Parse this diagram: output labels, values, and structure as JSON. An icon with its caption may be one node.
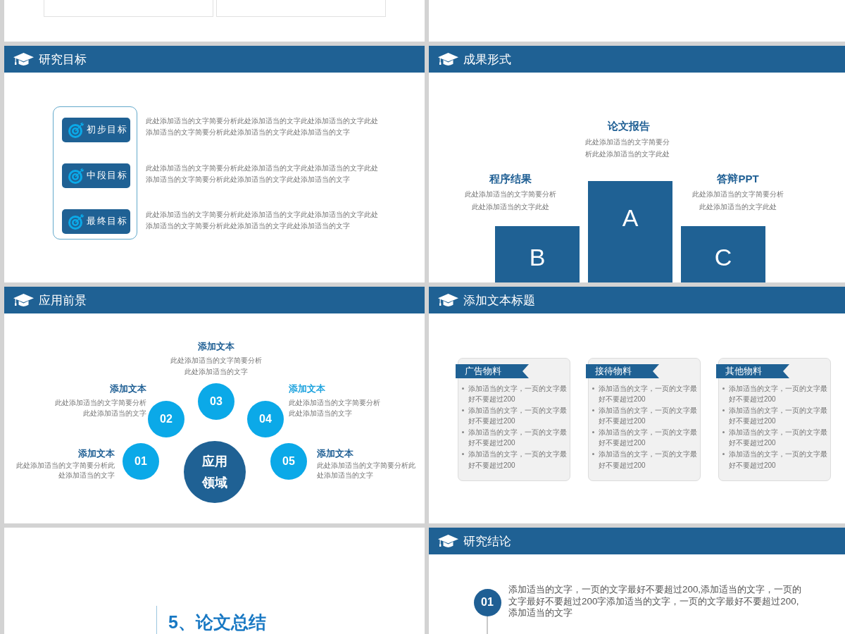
{
  "diagram": {
    "nodes": [
      {
        "text": [],
        "shape": "box"
      },
      {
        "text": [],
        "shape": "box",
        "in": 0
      },
      {
        "text": [],
        "shape": "box",
        "in": 0
      },
      {
        "text": [],
        "shape": "box"
      },
      {
        "text": [
          "研究目标"
        ]
      },
      {
        "text": [],
        "shape": "box",
        "in": 4
      },
      {
        "text": [
          "初步目标"
        ],
        "in": 5,
        "beside": [
          "此处添加适当的文字简要分析此处添加适当的文字此处添加适当的文字此处添加适当的文字简要分析此处添加适当的文字此处添加适当的文字"
        ]
      },
      {
        "text": [
          "中段目标"
        ],
        "in": 5,
        "beside": [
          "此处添加适当的文字简要分析此处添加适当的文字此处添加适当的文字此处添加适当的文字简要分析此处添加适当的文字此处添加适当的文字"
        ]
      },
      {
        "text": [
          "最终目标"
        ],
        "in": 5,
        "beside": [
          "此处添加适当的文字简要分析此处添加适当的文字此处添加适当的文字此处添加适当的文字简要分析此处添加适当的文字此处添加适当的文字"
        ]
      },
      {
        "text": [
          "成果形式"
        ]
      },
      {
        "text": [
          "A"
        ],
        "in": 9,
        "beside": [
          "论文报告",
          "此处添加适当的文字简要分析此处添加适当的文字此处"
        ]
      },
      {
        "text": [
          "B"
        ],
        "in": 9,
        "beside": [
          "程序结果",
          "此处添加适当的文字简要分析此处添加适当的文字此处"
        ]
      },
      {
        "text": [
          "C"
        ],
        "in": 9,
        "beside": [
          "答辩PPT",
          "此处添加适当的文字简要分析此处添加适当的文字此处"
        ]
      },
      {
        "text": [
          "应用前景"
        ]
      },
      {
        "text": [
          "应用领域"
        ],
        "in": 13
      },
      {
        "text": [
          "01"
        ],
        "in": 13,
        "beside": [
          "添加文本",
          "此处添加适当的文字简要分析此处添加适当的文字"
        ]
      },
      {
        "text": [
          "02"
        ],
        "in": 13,
        "beside": [
          "添加文本",
          "此处添加适当的文字简要分析此处添加适当的文字"
        ]
      },
      {
        "text": [
          "03"
        ],
        "in": 13,
        "beside": [
          "添加文本",
          "此处添加适当的文字简要分析此处添加适当的文字"
        ]
      },
      {
        "text": [
          "04"
        ],
        "in": 13,
        "beside": [
          "添加文本",
          "此处添加适当的文字简要分析此处添加适当的文字"
        ]
      },
      {
        "text": [
          "05"
        ],
        "in": 13,
        "beside": [
          "添加文本",
          "此处添加适当的文字简要分析此处添加适当的文字"
        ]
      },
      {
        "text": [
          "添加文本标题"
        ]
      },
      {
        "text": [
          "添加适当的文字，一页的文字最好不要超过200",
          "添加适当的文字，一页的文字最好不要超过200",
          "添加适当的文字，一页的文字最好不要超过200",
          "添加适当的文字，一页的文字最好不要超过200"
        ],
        "in": 20
      },
      {
        "text": [
          "广告物料"
        ],
        "in": 21
      },
      {
        "text": [
          "添加适当的文字，一页的文字最好不要超过200",
          "添加适当的文字，一页的文字最好不要超过200",
          "添加适当的文字，一页的文字最好不要超过200",
          "添加适当的文字，一页的文字最好不要超过200"
        ],
        "in": 20
      },
      {
        "text": [
          "接待物料"
        ],
        "in": 23
      },
      {
        "text": [
          "添加适当的文字，一页的文字最好不要超过200",
          "添加适当的文字，一页的文字最好不要超过200",
          "添加适当的文字，一页的文字最好不要超过200",
          "添加适当的文字，一页的文字最好不要超过200"
        ],
        "in": 20
      },
      {
        "text": [
          "其他物料"
        ],
        "in": 25
      },
      {
        "text": [
          "5、论文总结"
        ]
      },
      {
        "text": [
          "研究结论"
        ]
      },
      {
        "text": [
          "01"
        ],
        "in": 28,
        "beside": [
          "添加适当的文字，一页的文字最好不要超过200,添加适当的文字，一页的文字最好不要超过200字添加适当的文字，一页的文字最好不要超过200,添加适当的文字"
        ]
      }
    ]
  }
}
